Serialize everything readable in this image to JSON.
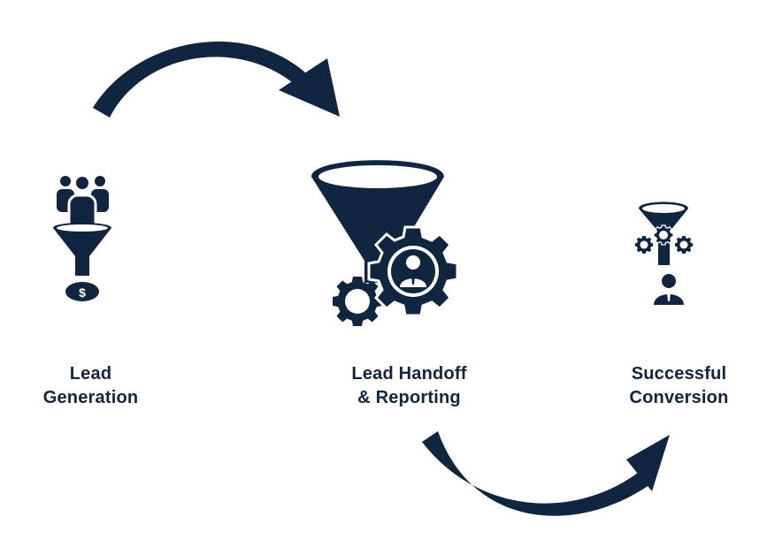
{
  "colors": {
    "primary": "#0f2540",
    "background": "#ffffff"
  },
  "steps": [
    {
      "line1": "Lead",
      "line2": "Generation",
      "icon": "people-funnel-money-icon"
    },
    {
      "line1": "Lead Handoff",
      "line2": "& Reporting",
      "icon": "funnel-gears-person-icon"
    },
    {
      "line1": "Successful",
      "line2": "Conversion",
      "icon": "funnel-gears-person-small-icon"
    }
  ],
  "connectors": [
    {
      "from": "Lead Generation",
      "to": "Lead Handoff & Reporting",
      "icon": "curved-arrow-icon"
    },
    {
      "from": "Lead Handoff & Reporting",
      "to": "Successful Conversion",
      "icon": "curved-arrow-icon"
    }
  ]
}
